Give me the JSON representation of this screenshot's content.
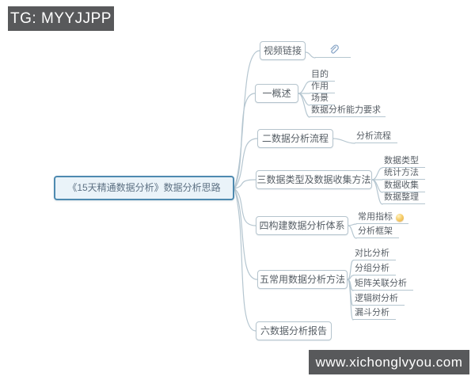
{
  "watermark_top": {
    "label": "TG: MYYJJPP"
  },
  "watermark_bottom": {
    "label": "www.xichonglvyou.com"
  },
  "colors": {
    "root_border": "#4e8ab0",
    "root_background": "#eaf3f9",
    "branch_border": "#b5c4cd",
    "connector": "#b5c6d0",
    "watermark_background": "#58595b",
    "paperclip_icon": "#86a4c6",
    "crystal_ball_icon": "#f0b33c"
  },
  "mindmap": {
    "root": {
      "label": "《15天精通数据分析》数据分析思路"
    },
    "branches": [
      {
        "label": "视频链接",
        "children": [
          {
            "label": "",
            "icon": "paperclip-icon"
          }
        ]
      },
      {
        "label": "一概述",
        "children": [
          {
            "label": "目的"
          },
          {
            "label": "作用"
          },
          {
            "label": "场景"
          },
          {
            "label": "数据分析能力要求"
          }
        ]
      },
      {
        "label": "二数据分析流程",
        "children": [
          {
            "label": "分析流程"
          }
        ]
      },
      {
        "label": "三数据类型及数据收集方法",
        "children": [
          {
            "label": "数据类型"
          },
          {
            "label": "统计方法"
          },
          {
            "label": "数据收集"
          },
          {
            "label": "数据整理"
          }
        ]
      },
      {
        "label": "四构建数据分析体系",
        "children": [
          {
            "label": "常用指标",
            "icon": "crystal-ball-icon"
          },
          {
            "label": "分析框架"
          }
        ]
      },
      {
        "label": "五常用数据分析方法",
        "children": [
          {
            "label": "对比分析"
          },
          {
            "label": "分组分析"
          },
          {
            "label": "矩阵关联分析"
          },
          {
            "label": "逻辑树分析"
          },
          {
            "label": "漏斗分析"
          }
        ]
      },
      {
        "label": "六数据分析报告",
        "children": []
      }
    ]
  }
}
